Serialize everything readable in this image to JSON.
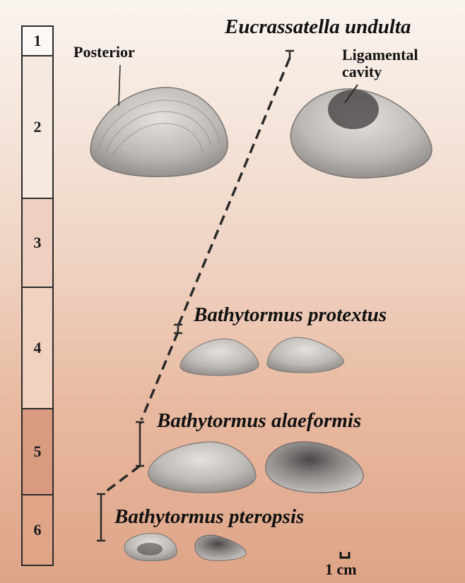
{
  "zones": [
    "1",
    "2",
    "3",
    "4",
    "5",
    "6"
  ],
  "species": {
    "eucrassatella": "Eucrassatella undulta",
    "protextus": "Bathytormus protextus",
    "alaeformis": "Bathytormus alaeformis",
    "pteropsis": "Bathytormus pteropsis"
  },
  "annotations": {
    "posterior": "Posterior",
    "ligamental_line1": "Ligamental",
    "ligamental_line2": "cavity"
  },
  "scale_bar": "1 cm",
  "colors": {
    "zone_1": "#fbf8f5",
    "zone_2": "#f6e9e0",
    "zone_3": "#efcfbf",
    "zone_4": "#f0d2c1",
    "zone_5": "#d99b80",
    "zone_6": "#e0a487",
    "shell_light": "#d6d3d0",
    "shell_dark": "#6b6866"
  }
}
